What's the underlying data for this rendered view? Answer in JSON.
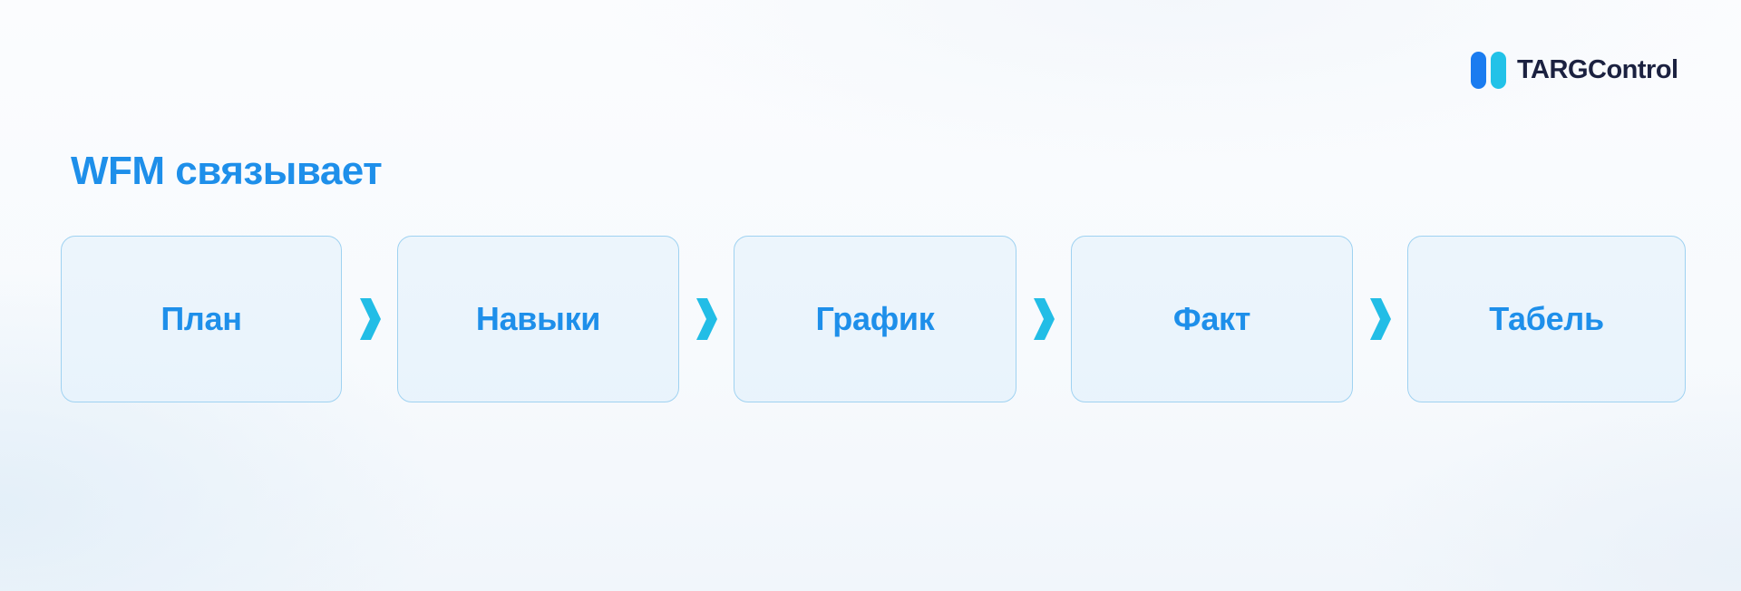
{
  "brand": {
    "name": "TARGControl",
    "colors": {
      "bar_left": "#1a7cf0",
      "bar_right": "#22c2e8",
      "text": "#1b2140"
    }
  },
  "title": "WFM связывает",
  "flow": {
    "steps": [
      {
        "label": "План"
      },
      {
        "label": "Навыки"
      },
      {
        "label": "График"
      },
      {
        "label": "Факт"
      },
      {
        "label": "Табель"
      }
    ],
    "connector_icon": "chevron-right-icon",
    "colors": {
      "accent": "#1e8fea",
      "arrow": "#22bde6",
      "border": "#9fd2f1"
    }
  }
}
